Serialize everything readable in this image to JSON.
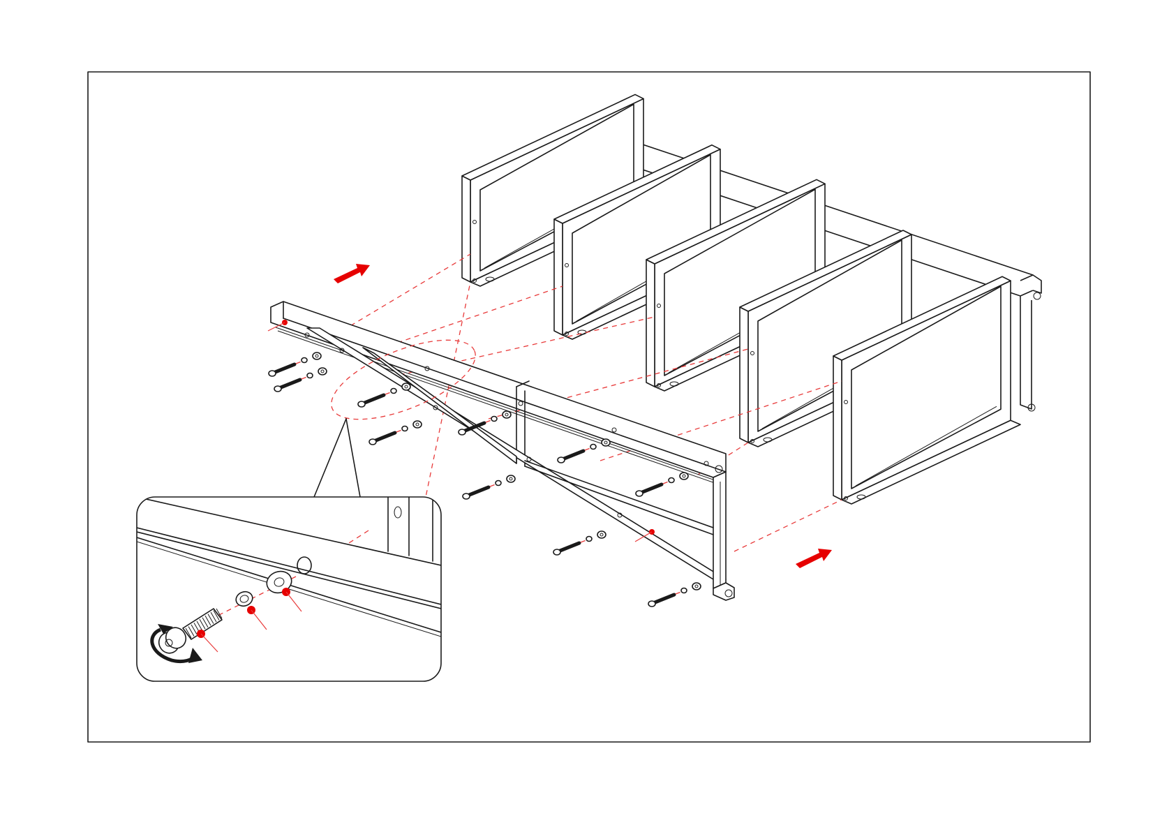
{
  "diagram": {
    "kind": "assembly-instruction-step",
    "accent_color": "#e60000",
    "guide_color": "#e83a3a",
    "line_color": "#1a1a1a",
    "icons": [
      "push-direction-arrow-icon",
      "rotate-clockwise-icon"
    ],
    "parts": [
      "side-rail-assembly",
      "cross-frame-panel",
      "bolt",
      "spring-washer",
      "flat-washer"
    ],
    "detail_view": "zoomed-fastener-stack"
  }
}
